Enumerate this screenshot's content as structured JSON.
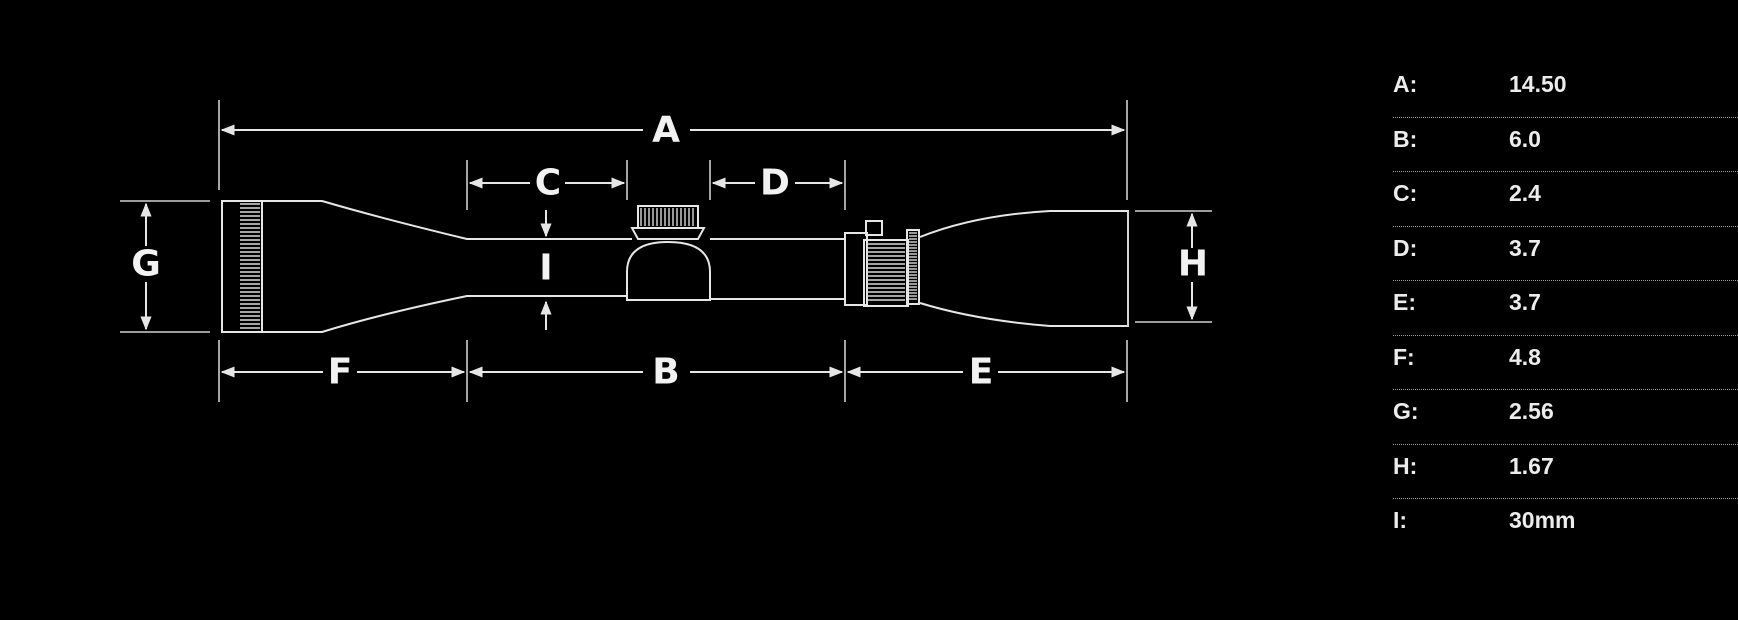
{
  "diagram": {
    "labels": {
      "A": "A",
      "B": "B",
      "C": "C",
      "D": "D",
      "E": "E",
      "F": "F",
      "G": "G",
      "H": "H",
      "I": "I"
    }
  },
  "specs": [
    {
      "key": "A:",
      "value": "14.50"
    },
    {
      "key": "B:",
      "value": "6.0"
    },
    {
      "key": "C:",
      "value": "2.4"
    },
    {
      "key": "D:",
      "value": "3.7"
    },
    {
      "key": "E:",
      "value": "3.7"
    },
    {
      "key": "F:",
      "value": "4.8"
    },
    {
      "key": "G:",
      "value": "2.56"
    },
    {
      "key": "H:",
      "value": "1.67"
    },
    {
      "key": "I:",
      "value": "30mm"
    }
  ],
  "colors": {
    "background": "#000000",
    "lines": "#e6e6e6",
    "text": "#ececec",
    "divider": "#9a9a9a"
  }
}
